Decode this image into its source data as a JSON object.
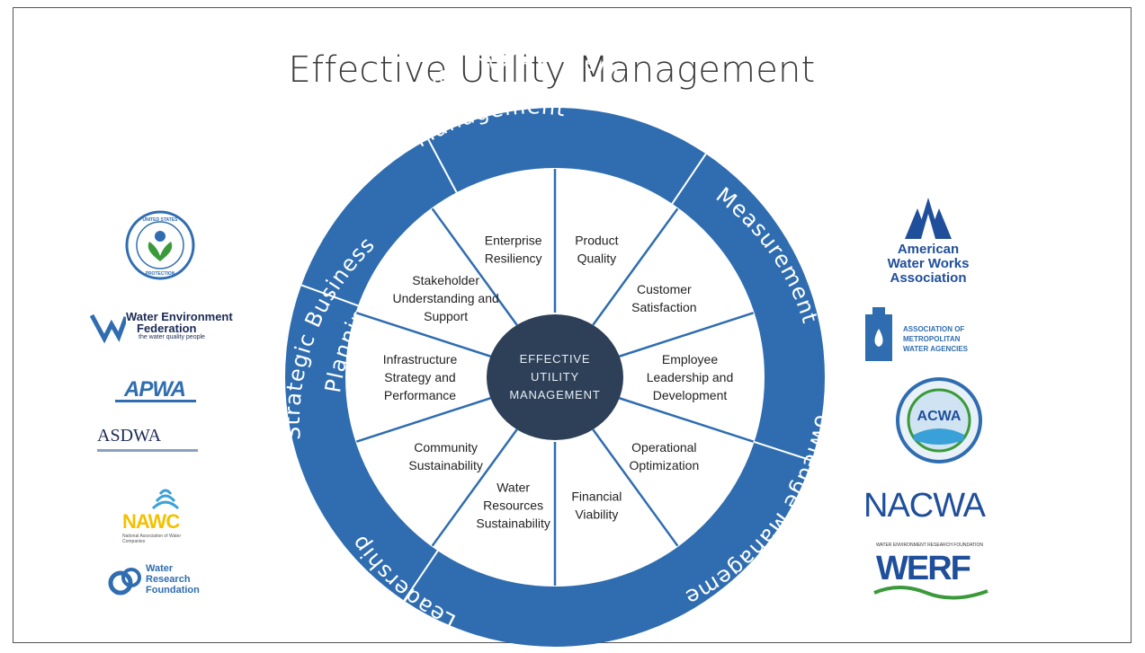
{
  "title": "Effective Utility Management",
  "colors": {
    "ring": "#2f6db0",
    "ring_dark": "#24589a",
    "spoke": "#2f6db0",
    "hub": "#2e4057",
    "text": "#222222"
  },
  "ring_labels": [
    {
      "id": "continual",
      "text": "Continual Improvement Management"
    },
    {
      "id": "measurement",
      "text": "Measurement"
    },
    {
      "id": "knowledge",
      "text": "Knowledge Management"
    },
    {
      "id": "leadership",
      "text": "Leadership"
    },
    {
      "id": "strategic",
      "text": "Strategic Business Planning"
    }
  ],
  "hub_lines": [
    "EFFECTIVE",
    "UTILITY",
    "MANAGEMENT"
  ],
  "sectors": [
    {
      "name": "product-quality",
      "lines": [
        "Product",
        "Quality"
      ]
    },
    {
      "name": "customer-satisfaction",
      "lines": [
        "Customer",
        "Satisfaction"
      ]
    },
    {
      "name": "employee-leadership",
      "lines": [
        "Employee",
        "Leadership and",
        "Development"
      ]
    },
    {
      "name": "operational-optimization",
      "lines": [
        "Operational",
        "Optimization"
      ]
    },
    {
      "name": "financial-viability",
      "lines": [
        "Financial",
        "Viability"
      ]
    },
    {
      "name": "water-resources",
      "lines": [
        "Water",
        "Resources",
        "Sustainability"
      ]
    },
    {
      "name": "community-sustainability",
      "lines": [
        "Community",
        "Sustainability"
      ]
    },
    {
      "name": "infrastructure-strategy",
      "lines": [
        "Infrastructure",
        "Strategy and",
        "Performance"
      ]
    },
    {
      "name": "stakeholder-understanding",
      "lines": [
        "Stakeholder",
        "Understanding and",
        "Support"
      ]
    },
    {
      "name": "enterprise-resiliency",
      "lines": [
        "Enterprise",
        "Resiliency"
      ]
    }
  ],
  "left_logos": {
    "epa": {
      "icon": "epa-seal-icon",
      "top_text": "UNITED STATES",
      "bottom_text": "PROTECTION"
    },
    "wef": {
      "line1": "Water Environment",
      "line2": "Federation",
      "tag": "the water quality people"
    },
    "apwa": {
      "text": "APWA"
    },
    "asdwa": {
      "text": "ASDWA"
    },
    "nawc": {
      "text": "NAWC",
      "sub": "National Association of Water Companies"
    },
    "wrf": {
      "line1": "Water",
      "line2": "Research",
      "line3": "Foundation"
    }
  },
  "right_logos": {
    "awwa": {
      "line1": "American",
      "line2": "Water Works",
      "line3": "Association"
    },
    "amwa": {
      "line1": "ASSOCIATION OF",
      "line2": "METROPOLITAN",
      "line3": "WATER AGENCIES"
    },
    "acwa": {
      "text": "ACWA"
    },
    "nacwa": {
      "text": "NACWA"
    },
    "werf": {
      "text": "WERF",
      "top": "WATER ENVIRONMENT RESEARCH FOUNDATION"
    }
  }
}
